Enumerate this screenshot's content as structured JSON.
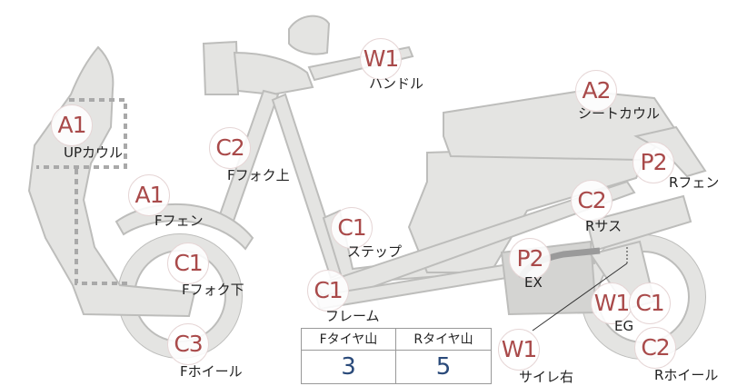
{
  "parts": [
    {
      "id": "up-cowl",
      "grade": "A1",
      "label": "UPカウル"
    },
    {
      "id": "front-fender",
      "grade": "A1",
      "label": "Fフェン"
    },
    {
      "id": "front-fork-upper",
      "grade": "C2",
      "label": "Fフォク上"
    },
    {
      "id": "front-fork-lower",
      "grade": "C1",
      "label": "Fフォク下"
    },
    {
      "id": "front-wheel",
      "grade": "C3",
      "label": "Fホイール"
    },
    {
      "id": "handle",
      "grade": "W1",
      "label": "ハンドル"
    },
    {
      "id": "step",
      "grade": "C1",
      "label": "ステップ"
    },
    {
      "id": "frame",
      "grade": "C1",
      "label": "フレーム"
    },
    {
      "id": "seat-cowl",
      "grade": "A2",
      "label": "シートカウル"
    },
    {
      "id": "rear-fender",
      "grade": "P2",
      "label": "Rフェン"
    },
    {
      "id": "rear-suspension",
      "grade": "C2",
      "label": "Rサス"
    },
    {
      "id": "exhaust",
      "grade": "P2",
      "label": "EX"
    },
    {
      "id": "engine",
      "grade_a": "W1",
      "grade_b": "C1",
      "label": "EG"
    },
    {
      "id": "rear-wheel",
      "grade": "C2",
      "label": "Rホイール"
    },
    {
      "id": "silencer-right",
      "grade": "W1",
      "label": "サイレ右"
    }
  ],
  "tyre_tread": {
    "front_label": "Fタイヤ山",
    "rear_label": "Rタイヤ山",
    "front_value": "3",
    "rear_value": "5"
  }
}
